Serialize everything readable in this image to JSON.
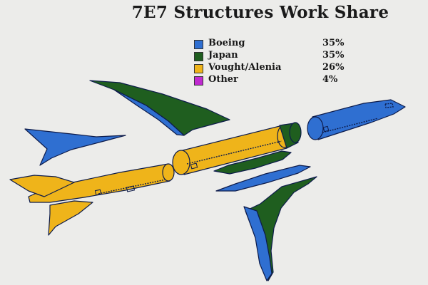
{
  "title": "7E7 Structures Work Share",
  "colors": {
    "boeing": "#2f6fd1",
    "japan": "#1f5e1f",
    "vought_alenia": "#efb41a",
    "other": "#c02ad0",
    "outline": "#0d1b4a"
  },
  "legend": [
    {
      "label": "Boeing",
      "value": "35%",
      "color": "#2f6fd1"
    },
    {
      "label": "Japan",
      "value": "35%",
      "color": "#1f5e1f"
    },
    {
      "label": "Vought/Alenia",
      "value": "26%",
      "color": "#efb41a"
    },
    {
      "label": "Other",
      "value": "4%",
      "color": "#c02ad0"
    }
  ],
  "parts": [
    {
      "name": "nose-section",
      "owner": "Boeing"
    },
    {
      "name": "forward-fuselage",
      "owner": "Japan"
    },
    {
      "name": "center-fuselage",
      "owner": "Vought/Alenia"
    },
    {
      "name": "aft-fuselage",
      "owner": "Vought/Alenia"
    },
    {
      "name": "left-wing",
      "owner": "Japan"
    },
    {
      "name": "right-wing",
      "owner": "Japan"
    },
    {
      "name": "left-horizontal-stabilizer",
      "owner": "Boeing"
    },
    {
      "name": "wing-body-fairing",
      "owner": "Boeing"
    }
  ]
}
